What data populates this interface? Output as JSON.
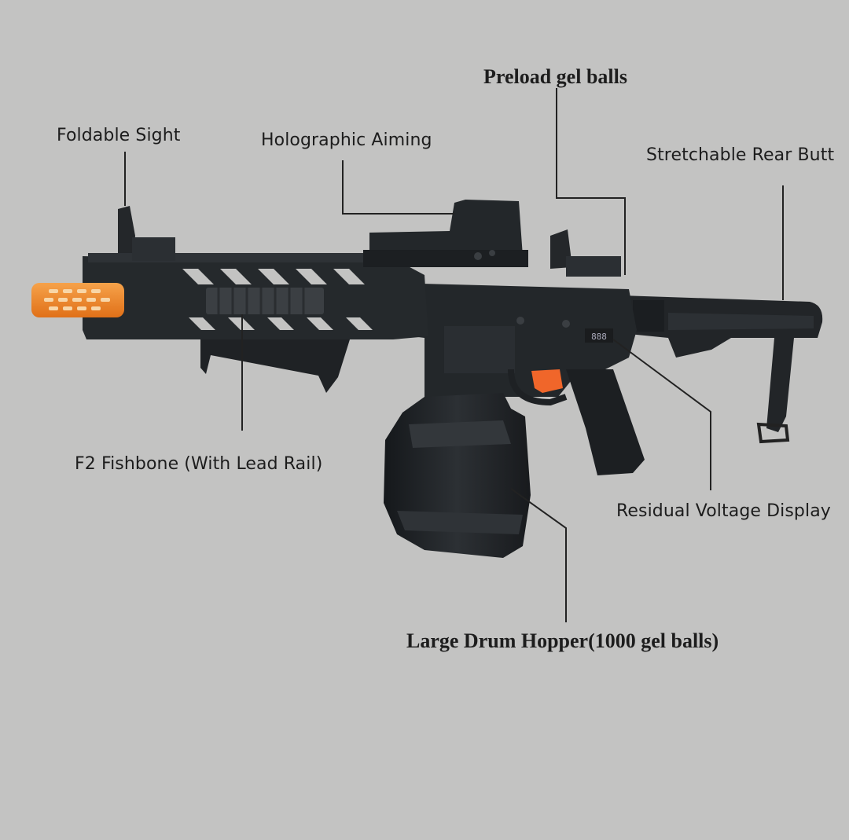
{
  "labels": {
    "foldable_sight": "Foldable Sight",
    "holographic_aiming": "Holographic Aiming",
    "preload_gel_balls": "Preload gel balls",
    "stretchable_rear_butt": "Stretchable Rear Butt",
    "fishbone": "F2 Fishbone (With Lead Rail)",
    "residual_voltage": "Residual Voltage Display",
    "drum_hopper": "Large Drum Hopper(1000 gel balls)"
  },
  "display_digits": "888",
  "colors": {
    "background": "#c3c3c2",
    "body": "#1f2225",
    "body_light": "#34383c",
    "muzzle_tip": "#f08a2a",
    "trigger": "#f0662a",
    "leader_line": "#222222",
    "text": "#1d1d1d"
  }
}
